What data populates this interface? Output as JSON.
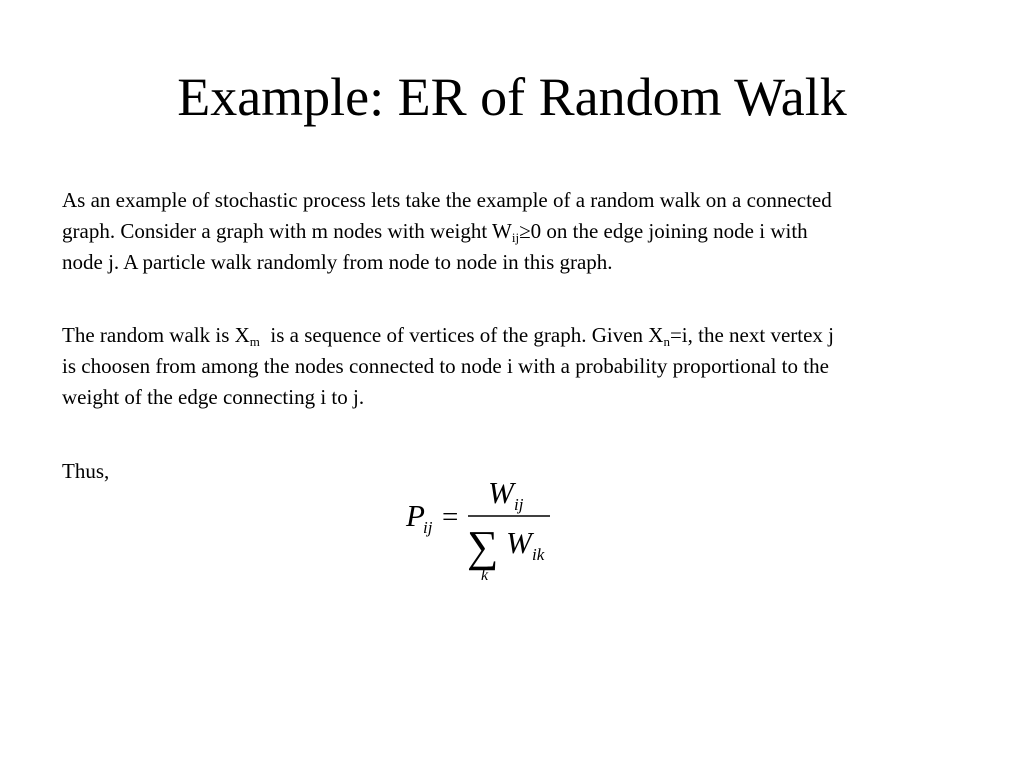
{
  "slide": {
    "title": "Example: ER of Random Walk",
    "paragraph1": {
      "line1": "As an example of stochastic process lets take the example of a random walk on a connected",
      "line2_before": "graph. Consider a graph with m nodes with weight W",
      "line2_sub": "ij",
      "line2_after": "≥0 on the edge joining node i with",
      "line3": "node j. A particle walk randomly from node to node in this graph."
    },
    "paragraph2": {
      "line1_a": "The random walk is X",
      "line1_sub_m": "m",
      "line1_b": "  is a sequence of vertices of the graph. Given X",
      "line1_sub_n": "n",
      "line1_c": "=i, the next vertex j",
      "line2": "is choosen from among the nodes connected to node i with a probability proportional to the",
      "line3": "weight of the edge connecting i to j."
    },
    "paragraph3": "Thus,",
    "formula": {
      "lhs": "P",
      "lhs_sub": "ij",
      "equals": "=",
      "numerator": "W",
      "numerator_sub": "ij",
      "sum_symbol": "∑",
      "sum_index": "k",
      "denominator": "W",
      "denominator_sub": "ik"
    }
  }
}
